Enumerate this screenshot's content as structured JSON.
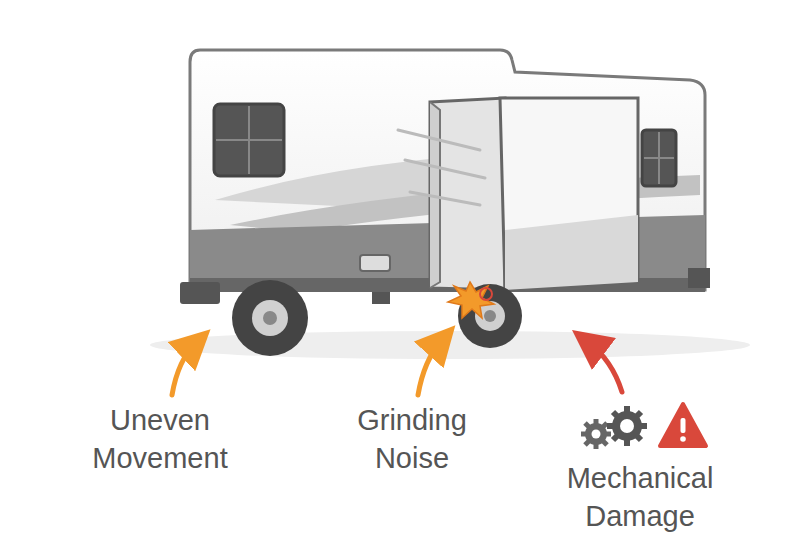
{
  "diagram": {
    "labels": [
      "Uneven Movement",
      "Grinding Noise",
      "Mechanical Damage"
    ]
  }
}
